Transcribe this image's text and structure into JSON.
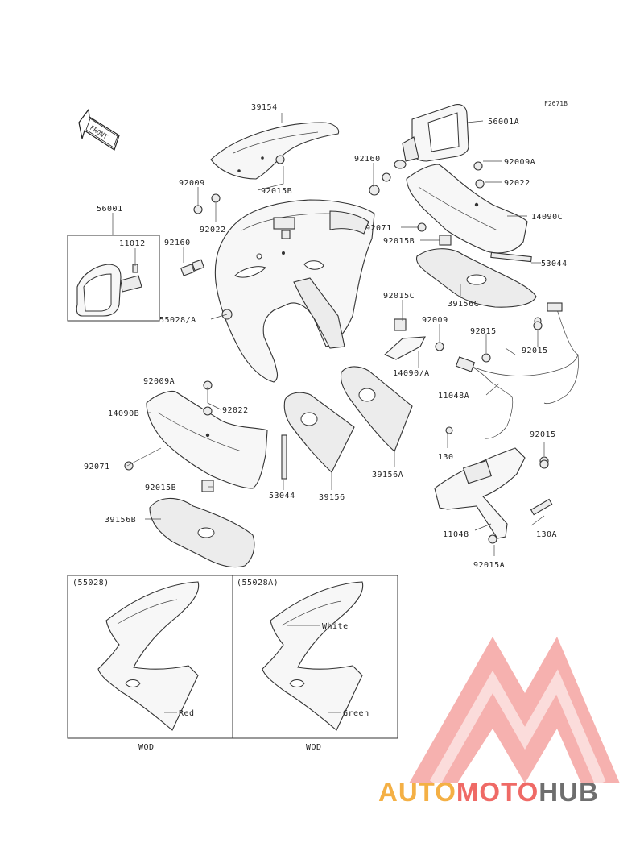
{
  "figure_code": "F2671B",
  "front_label": "FRONT",
  "callouts": [
    {
      "id": "c39154",
      "text": "39154"
    },
    {
      "id": "c56001A",
      "text": "56001A"
    },
    {
      "id": "c92160a",
      "text": "92160"
    },
    {
      "id": "c92009A_top",
      "text": "92009A"
    },
    {
      "id": "c92022_top",
      "text": "92022"
    },
    {
      "id": "c14090C",
      "text": "14090C"
    },
    {
      "id": "c92071_top",
      "text": "92071"
    },
    {
      "id": "c92015B_top",
      "text": "92015B"
    },
    {
      "id": "c53044_top",
      "text": "53044"
    },
    {
      "id": "c39156C",
      "text": "39156C"
    },
    {
      "id": "c92009_left",
      "text": "92009"
    },
    {
      "id": "c92015B_mid",
      "text": "92015B"
    },
    {
      "id": "c92022_left",
      "text": "92022"
    },
    {
      "id": "c56001",
      "text": "56001"
    },
    {
      "id": "c11012",
      "text": "11012"
    },
    {
      "id": "c92160b",
      "text": "92160"
    },
    {
      "id": "c55028A",
      "text": "55028/A"
    },
    {
      "id": "c92015C",
      "text": "92015C"
    },
    {
      "id": "c92009_mid",
      "text": "92009"
    },
    {
      "id": "c92015_right",
      "text": "92015"
    },
    {
      "id": "c92015_far",
      "text": "92015"
    },
    {
      "id": "c14090A",
      "text": "14090/A"
    },
    {
      "id": "c11048A",
      "text": "11048A"
    },
    {
      "id": "c92009A_low",
      "text": "92009A"
    },
    {
      "id": "c92022_low",
      "text": "92022"
    },
    {
      "id": "c14090B",
      "text": "14090B"
    },
    {
      "id": "c92071_low",
      "text": "92071"
    },
    {
      "id": "c92015B_low",
      "text": "92015B"
    },
    {
      "id": "c53044_low",
      "text": "53044"
    },
    {
      "id": "c39156",
      "text": "39156"
    },
    {
      "id": "c39156A",
      "text": "39156A"
    },
    {
      "id": "c39156B",
      "text": "39156B"
    },
    {
      "id": "c130",
      "text": "130"
    },
    {
      "id": "c92015_low",
      "text": "92015"
    },
    {
      "id": "c11048",
      "text": "11048"
    },
    {
      "id": "c130A",
      "text": "130A"
    },
    {
      "id": "c92015A",
      "text": "92015A"
    }
  ],
  "inset_left": {
    "title": "(55028)",
    "color_label": "Red",
    "footer": "WOD"
  },
  "inset_right": {
    "title": "(55028A)",
    "stripe_label": "White",
    "color_label": "Green",
    "footer": "WOD"
  },
  "watermark": {
    "part1": "AUTO",
    "part2": "MOTO",
    "part3": "HUB"
  },
  "colors": {
    "wm_orange": "#f4b045",
    "wm_red": "#ef6a66",
    "wm_gray": "#6e6e6e",
    "line": "#333333"
  }
}
